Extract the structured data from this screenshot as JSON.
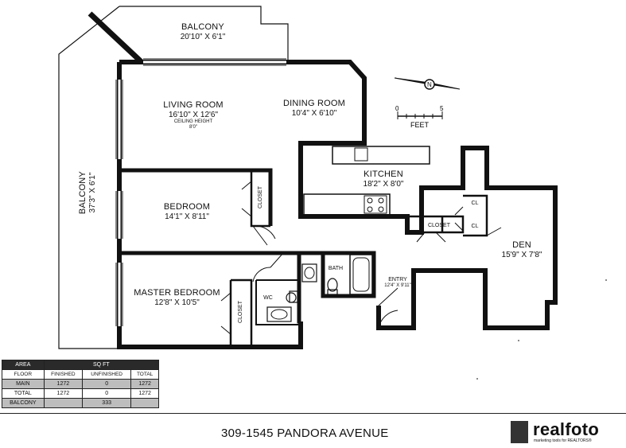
{
  "rooms": {
    "balcony_top": {
      "name": "BALCONY",
      "dims": "20'10\" X 6'1\""
    },
    "balcony_side": {
      "name": "BALCONY",
      "dims": "37'3\" X 6'1\""
    },
    "living": {
      "name": "LIVING ROOM",
      "dims": "16'10\" X 12'6\"",
      "note1": "CEILING HEIGHT",
      "note2": "8'0\""
    },
    "dining": {
      "name": "DINING ROOM",
      "dims": "10'4\" X 6'10\""
    },
    "kitchen": {
      "name": "KITCHEN",
      "dims": "18'2\" X 8'0\""
    },
    "bedroom": {
      "name": "BEDROOM",
      "dims": "14'1\" X 8'11\""
    },
    "master": {
      "name": "MASTER BEDROOM",
      "dims": "12'8\" X 10'5\""
    },
    "den": {
      "name": "DEN",
      "dims": "15'9\" X 7'8\""
    },
    "entry": {
      "name": "ENTRY",
      "dims": "12'4\" X 9'11\""
    },
    "bath": {
      "name": "BATH"
    },
    "wc": {
      "name": "WC"
    },
    "closet_bed": "CLOSET",
    "closet_master": "CLOSET",
    "closet_hall": "CLOSET",
    "cl1": "CL",
    "cl2": "CL"
  },
  "scale": {
    "zero": "0",
    "five": "5",
    "unit": "FEET"
  },
  "compass": {
    "letter": "N"
  },
  "area_table": {
    "title_area": "AREA",
    "title_sqft": "SQ FT",
    "headers": [
      "FLOOR",
      "FINISHED",
      "UNFINISHED",
      "TOTAL"
    ],
    "rows": [
      {
        "floor": "MAIN",
        "finished": "1272",
        "unfinished": "0",
        "total": "1272"
      },
      {
        "floor": "TOTAL",
        "finished": "1272",
        "unfinished": "0",
        "total": "1272"
      },
      {
        "floor": "BALCONY",
        "finished": "",
        "unfinished": "333",
        "total": ""
      }
    ]
  },
  "address": "309-1545 PANDORA AVENUE",
  "logo": {
    "name": "realfoto",
    "tagline": "marketing tools for REALTORS®"
  },
  "colors": {
    "wall": "#111111",
    "ink": "#111111"
  }
}
